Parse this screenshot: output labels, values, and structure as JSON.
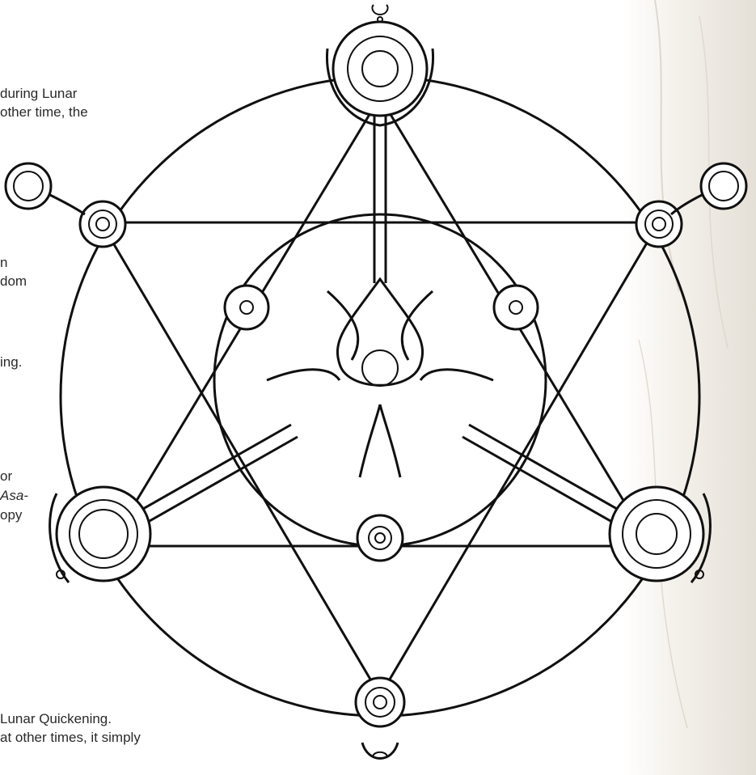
{
  "text_fragments": {
    "line1": "during Lunar",
    "line2": "other time, the",
    "line3": "n",
    "line4": "dom",
    "line5": "ing.",
    "line6": "or",
    "line7": "Asa-",
    "line8": "opy",
    "line9": "Lunar Quickening.",
    "line10": "at other times, it simply"
  },
  "illustration": {
    "name": "lunar-sigil",
    "line_color": "#101010",
    "background_color": "#ffffff",
    "texture_color": "#e2dcd2"
  }
}
